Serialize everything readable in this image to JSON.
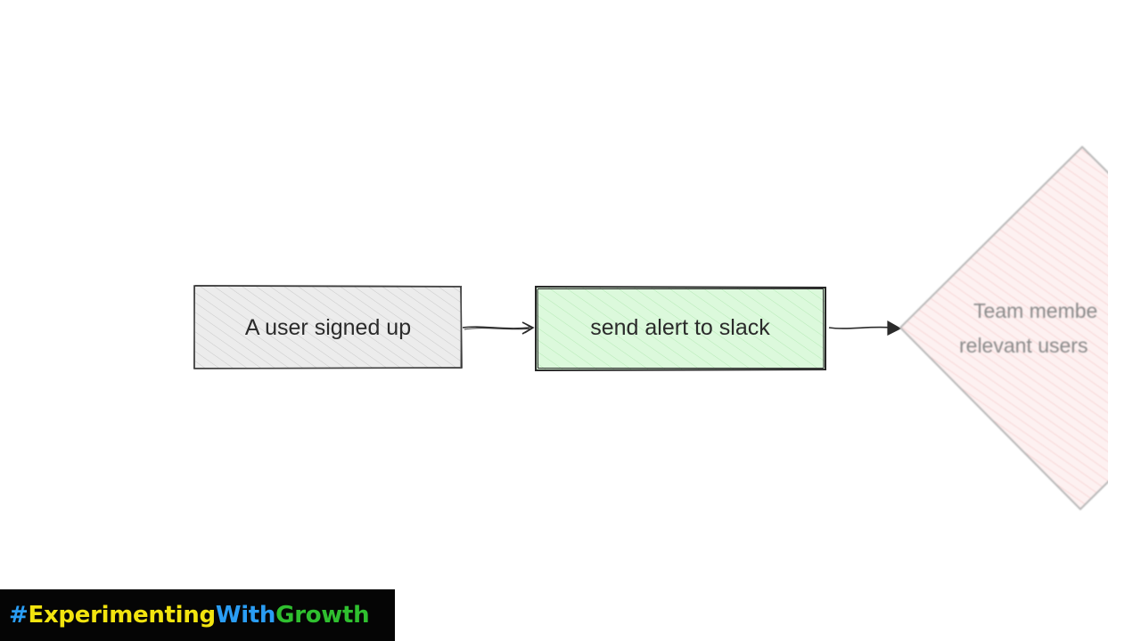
{
  "diagram": {
    "nodes": [
      {
        "id": "signup",
        "label": "A user signed up",
        "shape": "rectangle",
        "fill": "#ececec",
        "stroke": "#2e2e2e"
      },
      {
        "id": "slack",
        "label": "send alert to slack",
        "shape": "rectangle",
        "fill": "#dcf9dc",
        "stroke": "#2a2a2a"
      },
      {
        "id": "decision",
        "label_line1": "Team membe",
        "label_line2": "relevant users",
        "shape": "diamond",
        "fill": "#fbe3e3",
        "stroke": "#bdbdbd"
      }
    ],
    "edges": [
      {
        "from": "signup",
        "to": "slack"
      },
      {
        "from": "slack",
        "to": "decision"
      }
    ]
  },
  "banner": {
    "hash": "#",
    "word1": "Experimenting",
    "word2": "With",
    "word3": "Growth",
    "colors": {
      "background": "#050505",
      "hash": "#2a9df4",
      "word1": "#f2e40f",
      "word2": "#2a9df4",
      "word3": "#2fbf2f"
    }
  }
}
